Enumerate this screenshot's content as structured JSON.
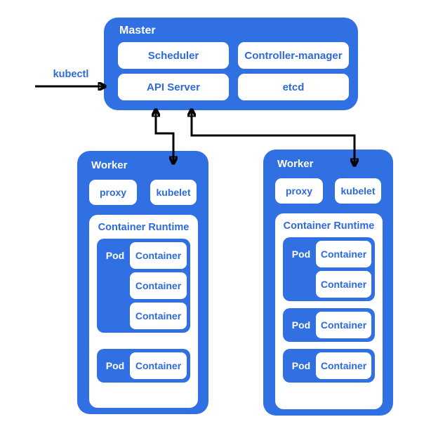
{
  "colors": {
    "node_blue": "#3170e2",
    "label_blue": "#2d6ada",
    "box_white": "#ffffff",
    "arrow_black": "#000000"
  },
  "kubectl_label": "kubectl",
  "master": {
    "label": "Master",
    "components": [
      "Scheduler",
      "Controller-manager",
      "API Server",
      "etcd"
    ]
  },
  "workers": [
    {
      "label": "Worker",
      "proxy_label": "proxy",
      "kubelet_label": "kubelet",
      "runtime_label": "Container Runtime",
      "pods": [
        {
          "label": "Pod",
          "containers": [
            "Container",
            "Container",
            "Container"
          ]
        },
        {
          "label": "Pod",
          "containers": [
            "Container"
          ]
        }
      ]
    },
    {
      "label": "Worker",
      "proxy_label": "proxy",
      "kubelet_label": "kubelet",
      "runtime_label": "Container Runtime",
      "pods": [
        {
          "label": "Pod",
          "containers": [
            "Container",
            "Container"
          ]
        },
        {
          "label": "Pod",
          "containers": [
            "Container"
          ]
        },
        {
          "label": "Pod",
          "containers": [
            "Container"
          ]
        }
      ]
    }
  ]
}
